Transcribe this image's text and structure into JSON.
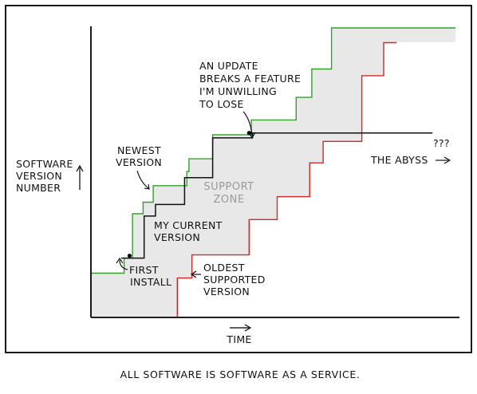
{
  "chart_data": {
    "type": "line",
    "title": "",
    "xlabel": "TIME",
    "ylabel": [
      "SOFTWARE",
      "VERSION",
      "NUMBER"
    ],
    "caption": "ALL SOFTWARE IS SOFTWARE AS A SERVICE.",
    "xlim": [
      0,
      100
    ],
    "ylim": [
      0,
      100
    ],
    "grid": false,
    "colors": {
      "newest": "#33a02c",
      "oldest": "#d62728",
      "current": "#111111",
      "zone_fill": "#e8e8e8",
      "frame": "#000000"
    },
    "region_label": [
      "SUPPORT",
      "ZONE"
    ],
    "series": [
      {
        "key": "newest",
        "label": [
          "NEWEST",
          "VERSION"
        ],
        "points": [
          [
            0,
            15.3
          ],
          [
            9.1,
            15.3
          ],
          [
            9.1,
            20.5
          ],
          [
            11.4,
            20.5
          ],
          [
            11.4,
            35.8
          ],
          [
            14.3,
            35.8
          ],
          [
            14.3,
            39.8
          ],
          [
            17.1,
            39.8
          ],
          [
            17.1,
            45.5
          ],
          [
            26.3,
            45.5
          ],
          [
            26.3,
            50.4
          ],
          [
            26.9,
            50.4
          ],
          [
            26.9,
            54.8
          ],
          [
            33.4,
            54.8
          ],
          [
            33.4,
            63.1
          ],
          [
            44.0,
            63.1
          ],
          [
            44.0,
            68.2
          ],
          [
            56.3,
            68.2
          ],
          [
            56.3,
            76.0
          ],
          [
            60.6,
            76.0
          ],
          [
            60.6,
            85.8
          ],
          [
            66.0,
            85.8
          ],
          [
            66.0,
            100
          ],
          [
            100,
            100
          ]
        ]
      },
      {
        "key": "current",
        "label": [
          "MY CURRENT",
          "VERSION"
        ],
        "points": [
          [
            8.3,
            20.5
          ],
          [
            14.6,
            20.5
          ],
          [
            14.6,
            35.0
          ],
          [
            17.7,
            35.0
          ],
          [
            17.7,
            39.0
          ],
          [
            25.7,
            39.0
          ],
          [
            25.7,
            48.3
          ],
          [
            33.4,
            48.3
          ],
          [
            33.4,
            62.0
          ],
          [
            44.3,
            62.0
          ],
          [
            44.3,
            63.7
          ],
          [
            93.7,
            63.7
          ]
        ]
      },
      {
        "key": "oldest",
        "label": [
          "OLDEST",
          "SUPPORTED",
          "VERSION"
        ],
        "points": [
          [
            23.7,
            0
          ],
          [
            23.7,
            13.6
          ],
          [
            27.7,
            13.6
          ],
          [
            27.7,
            21.6
          ],
          [
            43.4,
            21.6
          ],
          [
            43.4,
            33.8
          ],
          [
            51.1,
            33.8
          ],
          [
            51.1,
            41.7
          ],
          [
            60.0,
            41.7
          ],
          [
            60.0,
            53.4
          ],
          [
            63.7,
            53.4
          ],
          [
            63.7,
            60.8
          ],
          [
            74.3,
            60.8
          ],
          [
            74.3,
            83.5
          ],
          [
            80.3,
            83.5
          ],
          [
            80.3,
            94.9
          ],
          [
            83.7,
            94.9
          ],
          [
            83.7,
            95.1
          ]
        ]
      }
    ],
    "annotations": [
      {
        "key": "first_install",
        "text": [
          "FIRST",
          "INSTALL"
        ],
        "point": [
          10.6,
          21.3
        ]
      },
      {
        "key": "update_breaks",
        "text": [
          "AN UPDATE",
          "BREAKS A FEATURE",
          "I'M UNWILLING",
          "TO LOSE"
        ],
        "point": [
          43.4,
          63.7
        ]
      },
      {
        "key": "abyss",
        "text": [
          "THE ABYSS"
        ],
        "end_text": "???"
      }
    ]
  }
}
